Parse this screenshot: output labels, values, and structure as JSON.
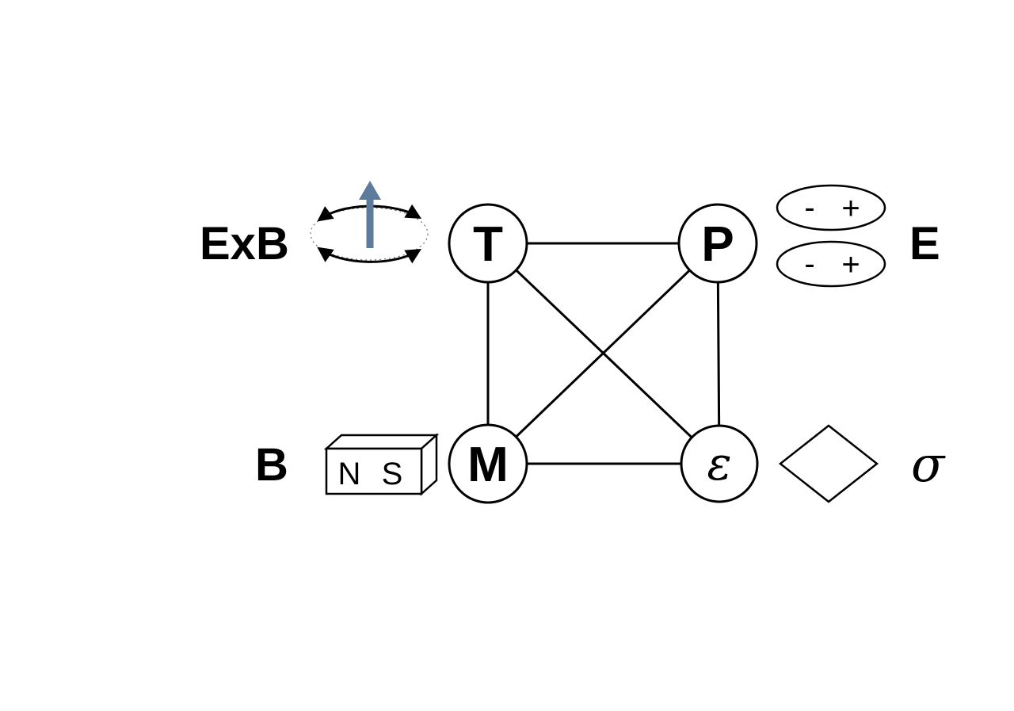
{
  "diagram": {
    "nodes": [
      {
        "id": "T",
        "label": "T"
      },
      {
        "id": "P",
        "label": "P"
      },
      {
        "id": "M",
        "label": "M"
      },
      {
        "id": "epsilon",
        "label": "ε"
      }
    ],
    "edges": [
      {
        "from": "T",
        "to": "P"
      },
      {
        "from": "T",
        "to": "M"
      },
      {
        "from": "T",
        "to": "epsilon"
      },
      {
        "from": "P",
        "to": "M"
      },
      {
        "from": "P",
        "to": "epsilon"
      },
      {
        "from": "M",
        "to": "epsilon"
      }
    ],
    "labels": {
      "exb": "ExB",
      "e": "E",
      "b": "B",
      "sigma": "σ"
    },
    "magnet": {
      "north": "N",
      "south": "S"
    },
    "dipoles": [
      {
        "minus": "-",
        "plus": "+"
      },
      {
        "minus": "-",
        "plus": "+"
      }
    ],
    "icons": [
      "spin-precession-icon",
      "bar-magnet-icon",
      "electric-dipole-icon",
      "strain-diamond-icon"
    ],
    "colors": {
      "spin_arrow": "#5d7b9d",
      "stroke": "#000000",
      "background": "#ffffff"
    }
  }
}
